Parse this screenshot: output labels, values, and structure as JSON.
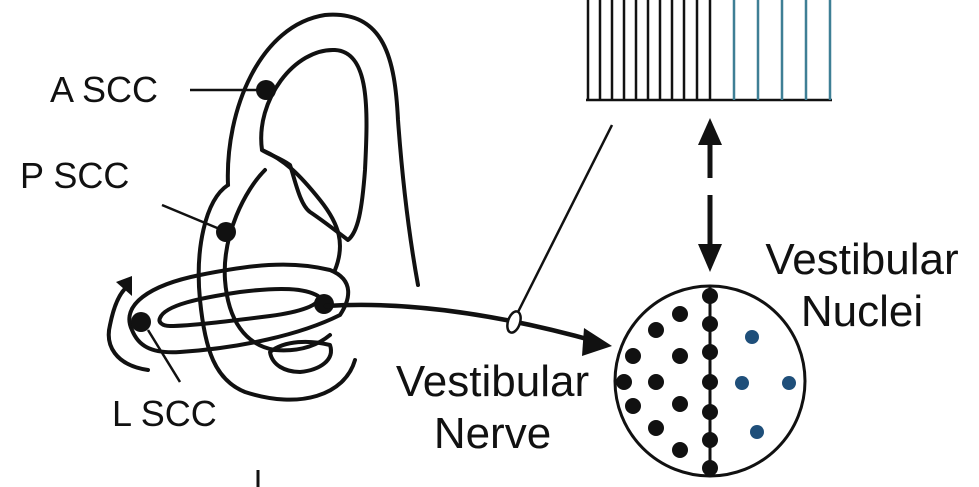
{
  "labels": {
    "a_scc": "A SCC",
    "p_scc": "P SCC",
    "l_scc": "L SCC",
    "vestibular_nerve_line1": "Vestibular",
    "vestibular_nerve_line2": "Nerve",
    "vestibular_nuclei_line1": "Vestibular",
    "vestibular_nuclei_line2": "Nuclei"
  },
  "colors": {
    "ink": "#111111",
    "teal": "#3e7f95",
    "blue_dot": "#1f4f7a"
  }
}
